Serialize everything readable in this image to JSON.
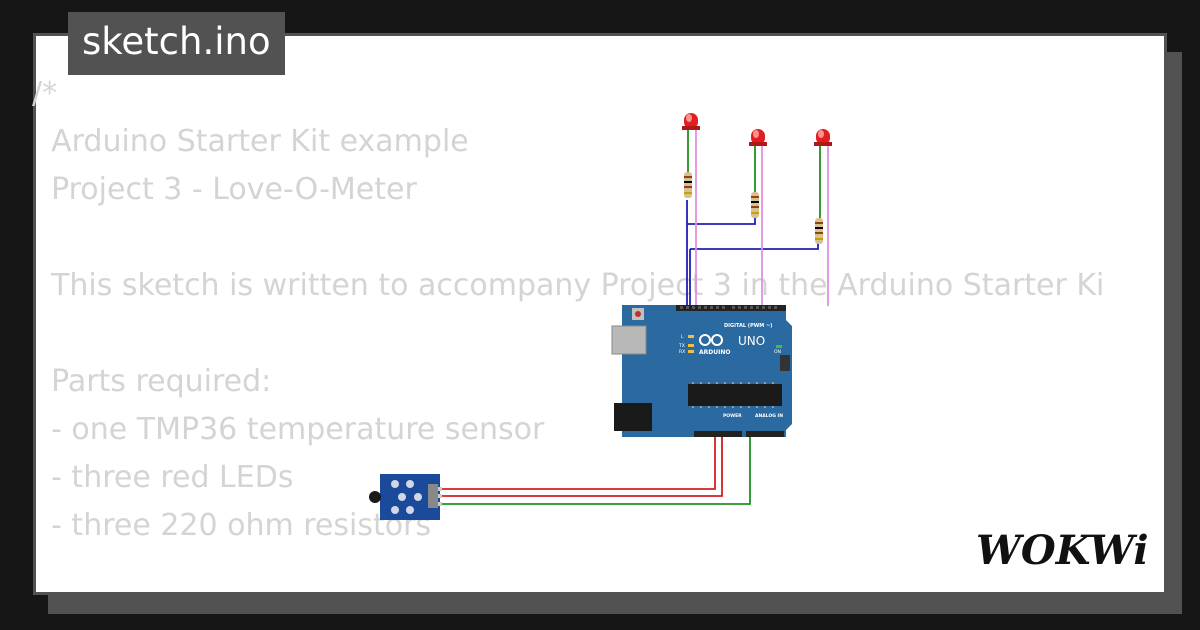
{
  "header": {
    "title": "sketch.ino"
  },
  "code": {
    "lines": [
      "/*",
      "  Arduino Starter Kit example",
      "  Project 3 - Love-O-Meter",
      "",
      "  This sketch is written to accompany Project 3 in the Arduino Starter Ki",
      "",
      "  Parts required:",
      "  - one TMP36 temperature sensor",
      "  - three red LEDs",
      "  - three 220 ohm resistors"
    ]
  },
  "board": {
    "brand": "ARDUINO",
    "model": "UNO",
    "label_digital": "DIGITAL (PWM ~)",
    "label_power": "POWER",
    "label_analog": "ANALOG IN",
    "label_on": "ON",
    "label_tx": "TX",
    "label_rx": "RX",
    "label_l": "L"
  },
  "logo": {
    "text": "WOKWi"
  },
  "colors": {
    "background": "#161616",
    "card_border": "#525252",
    "code_text": "#d4d4d4",
    "board_blue": "#2a6aa0",
    "led_red": "#e02020",
    "wire_blue": "#2020b0",
    "wire_pink": "#e090e0",
    "wire_red": "#d02020",
    "wire_green": "#209020"
  }
}
